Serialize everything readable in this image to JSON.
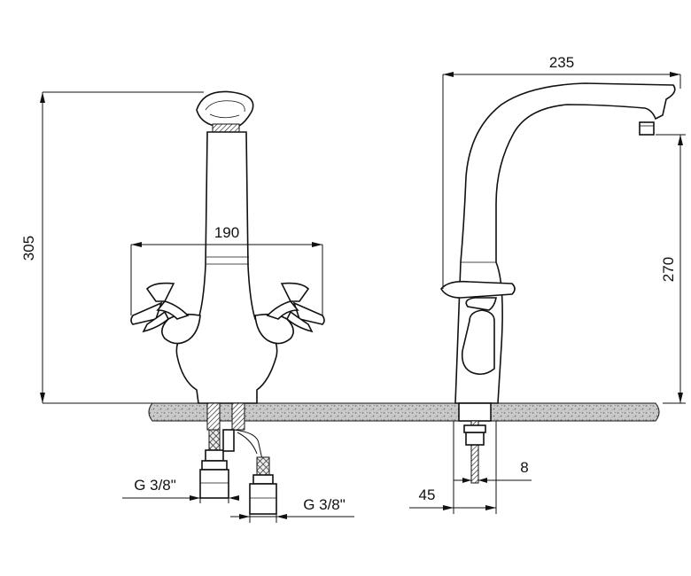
{
  "dimensions": {
    "front_width": "190",
    "front_height": "305",
    "side_reach": "235",
    "side_height": "270",
    "stud_diameter": "8",
    "base_diameter": "45",
    "connection_left": "G 3/8\"",
    "connection_right": "G 3/8\""
  },
  "colors": {
    "line": "#111111",
    "countertop_fill": "#bdbdbd",
    "background": "#ffffff"
  }
}
